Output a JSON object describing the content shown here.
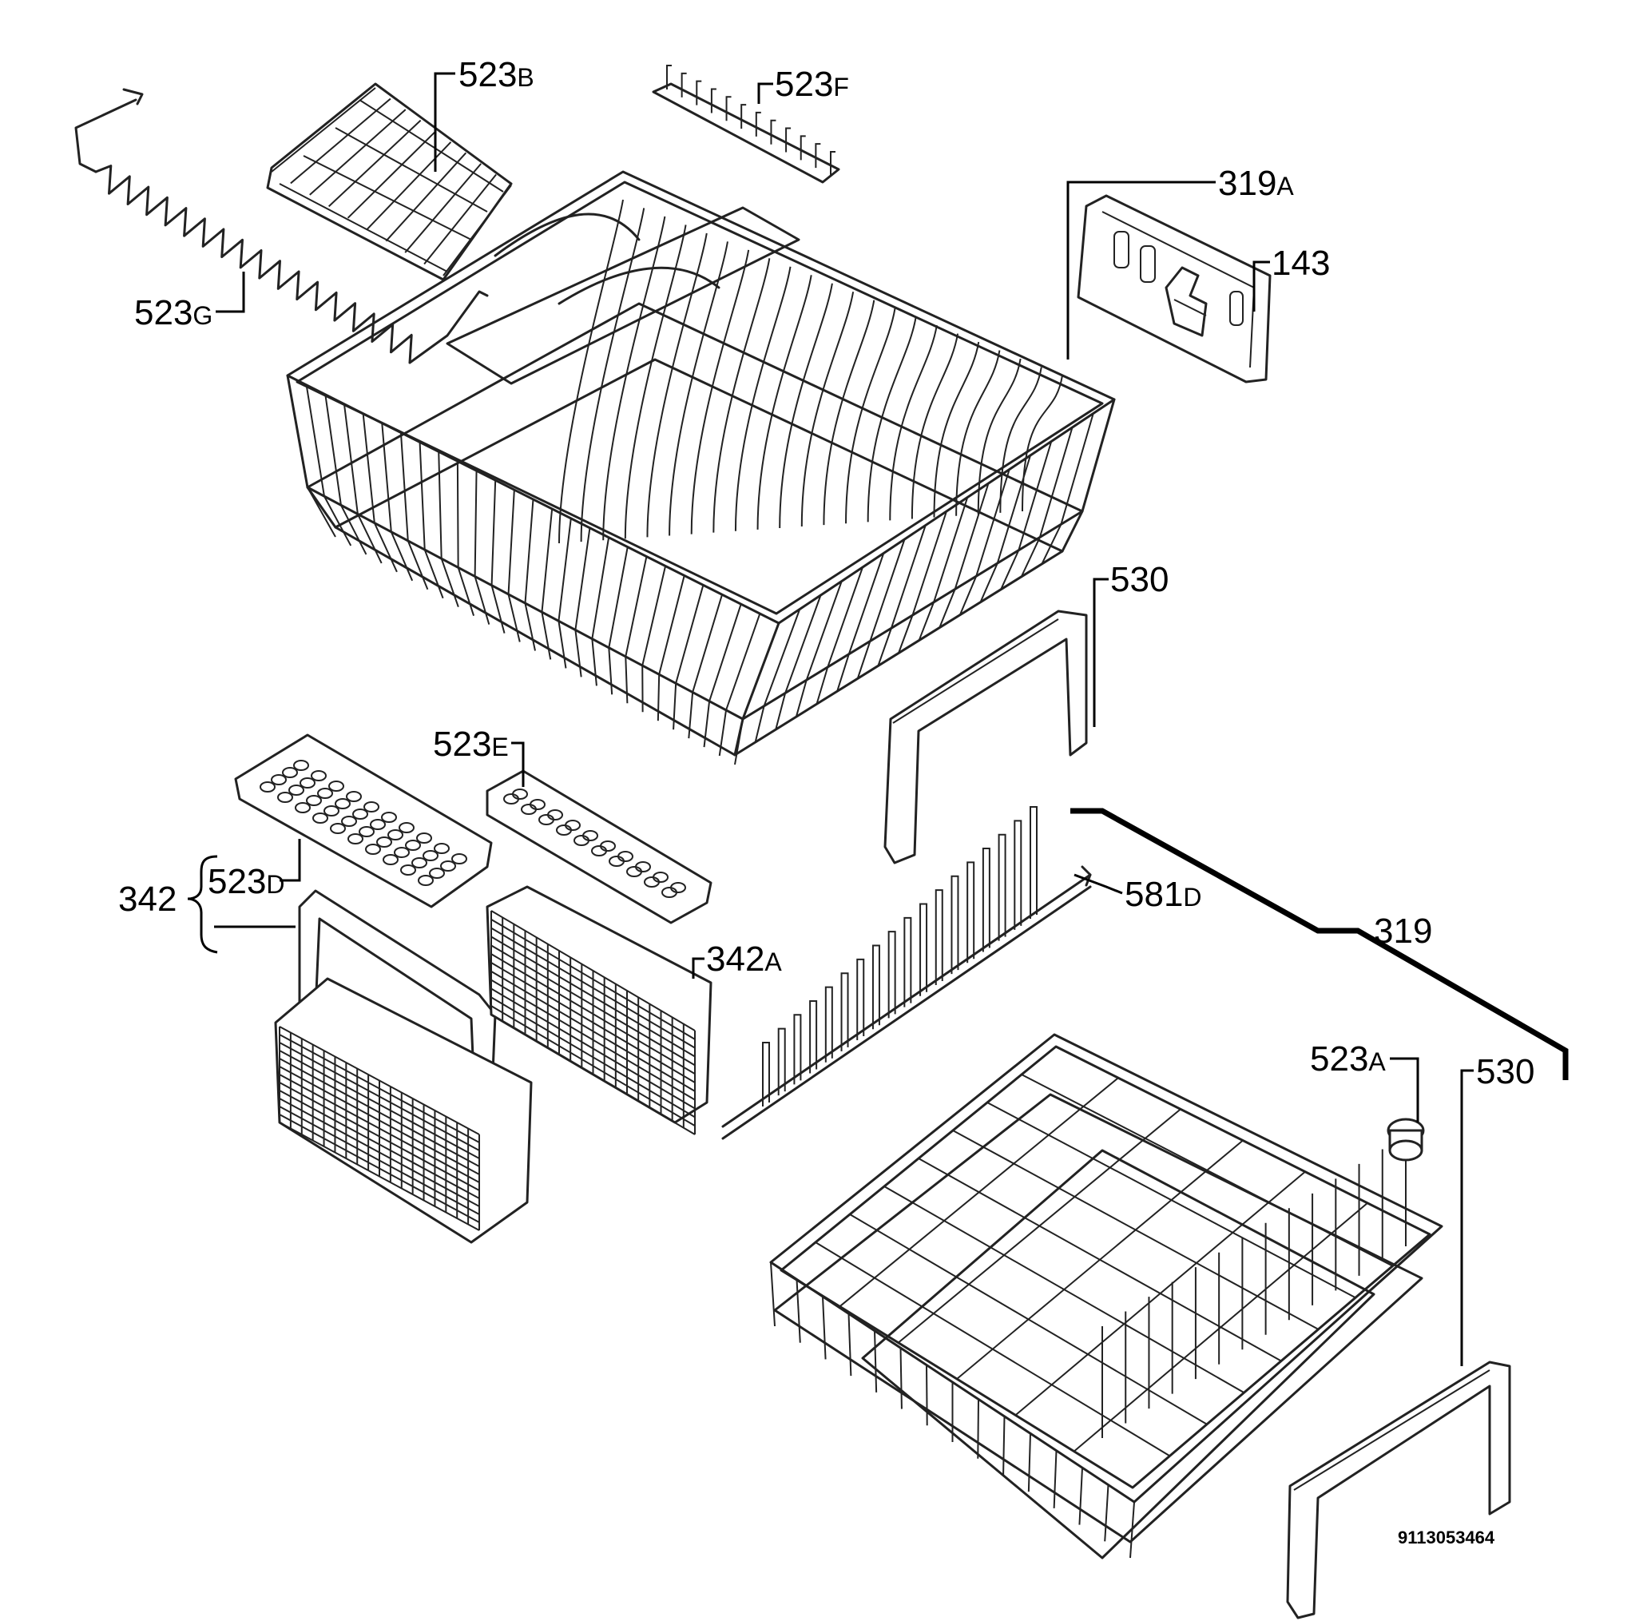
{
  "diagram": {
    "document_number": "9113053464",
    "callouts": {
      "c523B": {
        "number": "523",
        "suffix": "B"
      },
      "c523F": {
        "number": "523",
        "suffix": "F"
      },
      "c319A": {
        "number": "319",
        "suffix": "A"
      },
      "c143": {
        "number": "143",
        "suffix": ""
      },
      "c523G": {
        "number": "523",
        "suffix": "G"
      },
      "c530top": {
        "number": "530",
        "suffix": ""
      },
      "c523E": {
        "number": "523",
        "suffix": "E"
      },
      "c523D": {
        "number": "523",
        "suffix": "D"
      },
      "c342": {
        "number": "342",
        "suffix": ""
      },
      "c581D": {
        "number": "581",
        "suffix": "D"
      },
      "c342A": {
        "number": "342",
        "suffix": "A"
      },
      "c319": {
        "number": "319",
        "suffix": ""
      },
      "c523A": {
        "number": "523",
        "suffix": "A"
      },
      "c530bottom": {
        "number": "530",
        "suffix": ""
      }
    }
  }
}
